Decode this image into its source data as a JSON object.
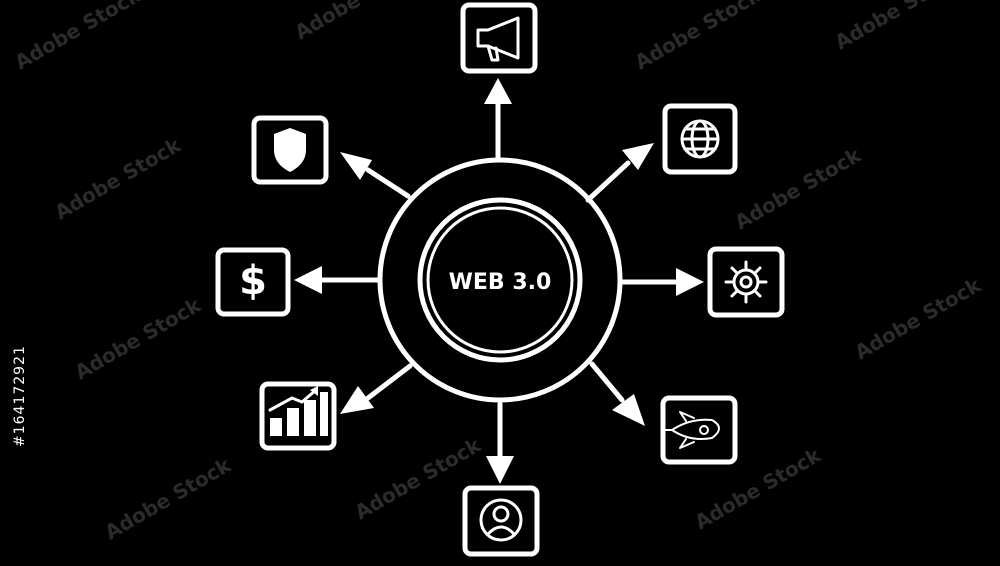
{
  "diagram": {
    "center_label": "WEB 3.0",
    "colors": {
      "background": "#000000",
      "foreground": "#ffffff",
      "watermark": "#2b2b2b"
    },
    "nodes": [
      {
        "icon": "megaphone-icon"
      },
      {
        "icon": "globe-icon"
      },
      {
        "icon": "gear-icon"
      },
      {
        "icon": "rocket-icon"
      },
      {
        "icon": "user-icon"
      },
      {
        "icon": "growth-chart-icon"
      },
      {
        "icon": "dollar-icon"
      },
      {
        "icon": "shield-icon"
      }
    ]
  },
  "watermark": {
    "brand": "Adobe Stock",
    "stock_id": "#164172921"
  }
}
